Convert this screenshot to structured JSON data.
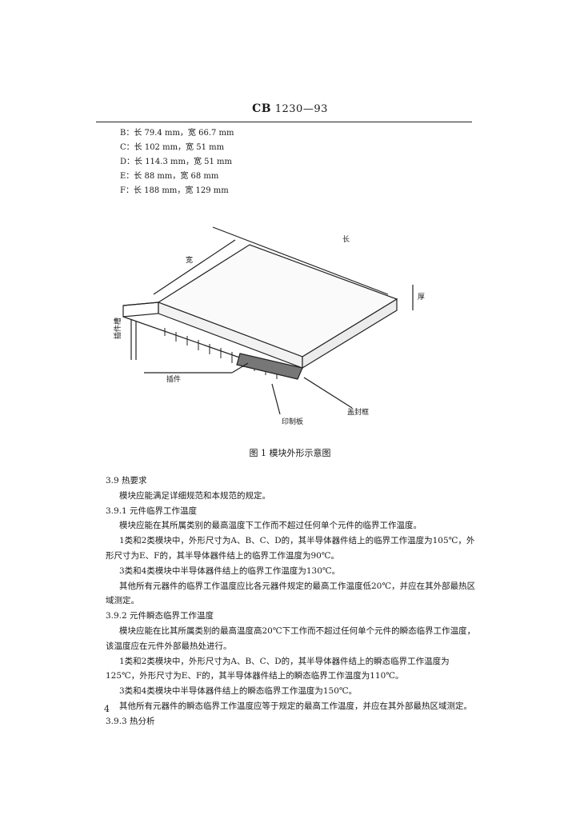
{
  "header": {
    "std": "CB",
    "number": "1230—93"
  },
  "dims": [
    "B：长 79.4 mm，宽 66.7 mm",
    "C：长 102 mm，宽 51 mm",
    "D：长 114.3 mm，宽 51 mm",
    "E：长 88 mm，宽 68 mm",
    "F：长 188 mm，宽 129 mm"
  ],
  "figure": {
    "labels": {
      "wide": "宽",
      "long": "长",
      "thick": "厚",
      "card_guide": "插件槽",
      "insert": "插件",
      "pcb": "印制板",
      "frame": "盖封框"
    },
    "caption": "图 1 模块外形示意图"
  },
  "content": {
    "s39_head": "3.9 热要求",
    "s39_p": "模块应能满足详细规范和本规范的规定。",
    "s391_head": "3.9.1 元件临界工作温度",
    "s391_p1": "模块应能在其所属类别的最高温度下工作而不超过任何单个元件的临界工作温度。",
    "s391_p2": "1类和2类模块中，外形尺寸为A、B、C、D的，其半导体器件结上的临界工作温度为105℃，外形尺寸为E、F的，其半导体器件结上的临界工作温度为90℃。",
    "s391_p3": "3类和4类模块中半导体器件结上的临界工作温度为130℃。",
    "s391_p4": "其他所有元器件的临界工作温度应比各元器件规定的最高工作温度低20℃，并应在其外部最热区域测定。",
    "s392_head": "3.9.2 元件瞬态临界工作温度",
    "s392_p1": "模块应能在比其所属类别的最高温度高20℃下工作而不超过任何单个元件的瞬态临界工作温度，该温度应在元件外部最热处进行。",
    "s392_p2": "1类和2类模块中，外形尺寸为A、B、C、D的，其半导体器件结上的瞬态临界工作温度为125℃，外形尺寸为E、F的，其半导体器件结上的瞬态临界工作温度为110℃。",
    "s392_p3": "3类和4类模块中半导体器件结上的瞬态临界工作温度为150℃。",
    "s392_p4": "其他所有元器件的瞬态临界工作温度应等于规定的最高工作温度，并应在其外部最热区域测定。",
    "s393_head": "3.9.3 热分析"
  },
  "page_number": "4"
}
